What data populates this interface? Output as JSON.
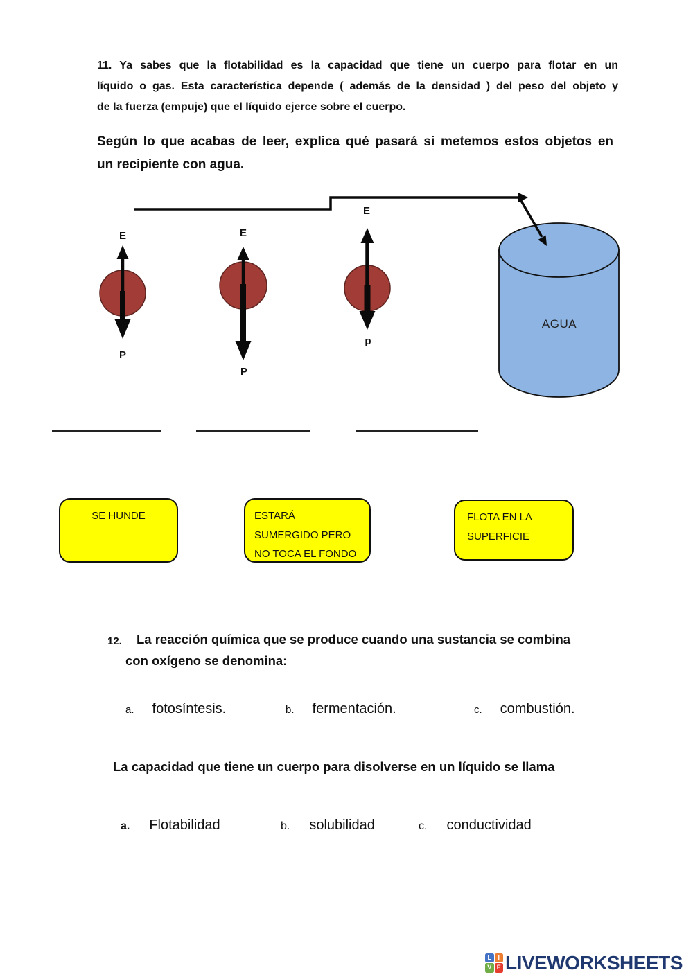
{
  "question11": {
    "lines": [
      "11. Ya sabes que la flotabilidad es la capacidad que tiene un cuerpo para flotar en un",
      "líquido o gas. Esta característica depende ( además de la densidad ) del peso del objeto y",
      "de la fuerza  (empuje) que el líquido ejerce sobre el cuerpo."
    ],
    "prompt_lines": [
      "Según lo que acabas de leer, explica qué pasará si metemos estos objetos en",
      "un recipiente con agua."
    ]
  },
  "diagram": {
    "objects": [
      {
        "buoyancy_label": "E",
        "weight_label": "P"
      },
      {
        "buoyancy_label": "E",
        "weight_label": "P"
      },
      {
        "buoyancy_label": "E",
        "weight_label": "p"
      }
    ],
    "container_label": "AGUA",
    "colors": {
      "ball": "#A23C36",
      "ball_outline": "#5E2420",
      "water": "#8DB4E2",
      "line": "#0a0a0a"
    }
  },
  "colors": {
    "answer_box_bg": "#FFFF00",
    "answer_box_border": "#111111"
  },
  "answer_boxes": [
    {
      "lines": [
        "SE HUNDE"
      ]
    },
    {
      "lines": [
        "ESTARÁ",
        "SUMERGIDO PERO",
        "NO TOCA EL FONDO"
      ]
    },
    {
      "lines": [
        "FLOTA EN LA",
        "SUPERFICIE"
      ]
    }
  ],
  "question12": {
    "number": "12.",
    "line1": "La reacción química que se produce cuando una sustancia  se combina",
    "line2": "con oxígeno se denomina:",
    "options": [
      {
        "letter": "a.",
        "text": "fotosíntesis."
      },
      {
        "letter": "b.",
        "text": "fermentación."
      },
      {
        "letter": "c.",
        "text": "combustión."
      }
    ]
  },
  "question13": {
    "text": "La capacidad que tiene un cuerpo para disolverse en un líquido se llama",
    "options": [
      {
        "letter": "a.",
        "text": "Flotabilidad"
      },
      {
        "letter": "b.",
        "text": "solubilidad"
      },
      {
        "letter": "c.",
        "text": "conductividad"
      }
    ]
  },
  "footer": {
    "brand": "LIVEWORKSHEETS",
    "brand_color": "#1F3970",
    "icon_letters": [
      "L",
      "I",
      "V",
      "E"
    ],
    "icon_colors": [
      "#4472C4",
      "#ED7D31",
      "#70AD47",
      "#E53E30"
    ]
  }
}
